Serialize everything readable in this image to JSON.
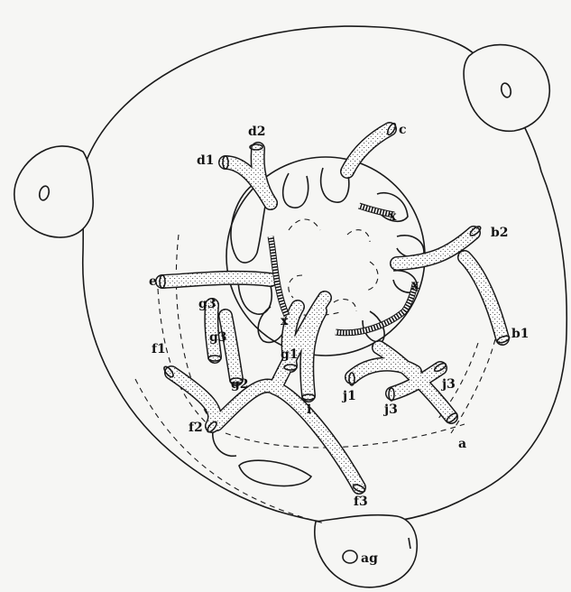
{
  "labels": {
    "a": "a",
    "b1": "b1",
    "b2": "b2",
    "c": "c",
    "d1": "d1",
    "d2": "d2",
    "e": "e",
    "f1": "f1",
    "f2": "f2",
    "f3": "f3",
    "g1": "g1",
    "g2": "g2",
    "g3_upper": "g3",
    "g3_lower": "g3",
    "i": "i",
    "j1": "j1",
    "j3_right": "j3",
    "j3_lower": "j3",
    "x_top": "x",
    "x_left": "x",
    "x_right": "x",
    "ag": "ag"
  },
  "colors": {
    "line": "#1a1a1a",
    "stipple_background": "#ffffff",
    "stipple_dot": "#222222"
  }
}
